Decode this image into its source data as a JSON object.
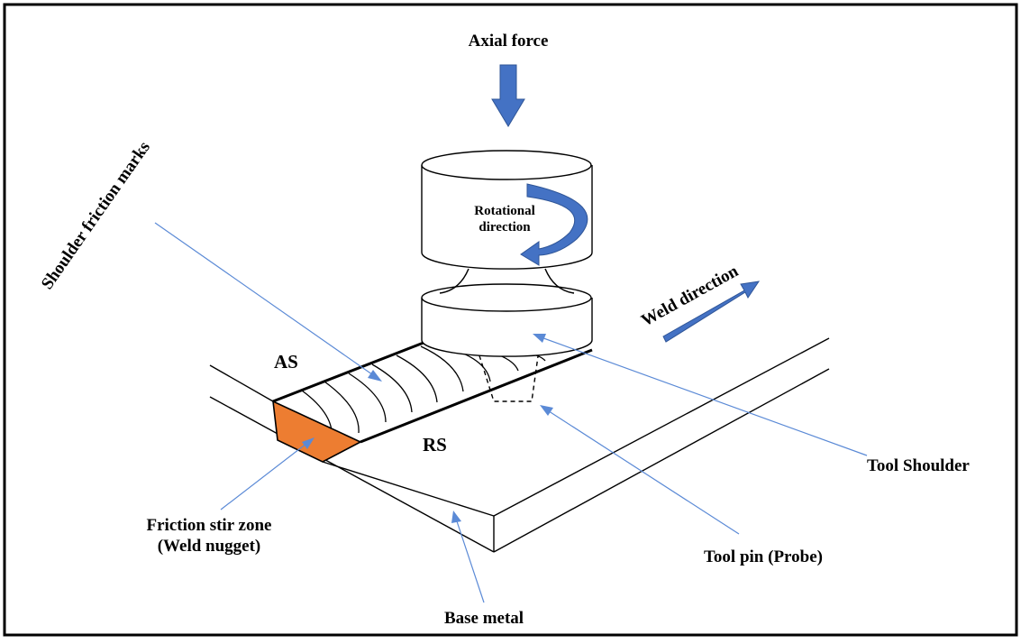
{
  "labels": {
    "axial_force": "Axial force",
    "rotational_line1": "Rotational",
    "rotational_line2": "direction",
    "weld_direction": "Weld direction",
    "shoulder_friction_marks": "Shoulder friction marks",
    "as": "AS",
    "rs": "RS",
    "tool_shoulder": "Tool Shoulder",
    "friction_stir_zone_line1": "Friction stir zone",
    "friction_stir_zone_line2": "(Weld nugget)",
    "tool_pin": "Tool pin (Probe)",
    "base_metal": "Base metal"
  },
  "colors": {
    "arrow_blue": "#4472c4",
    "leader_blue": "#5b8ad6",
    "nugget_orange": "#ed7d31",
    "outline": "#000000"
  }
}
